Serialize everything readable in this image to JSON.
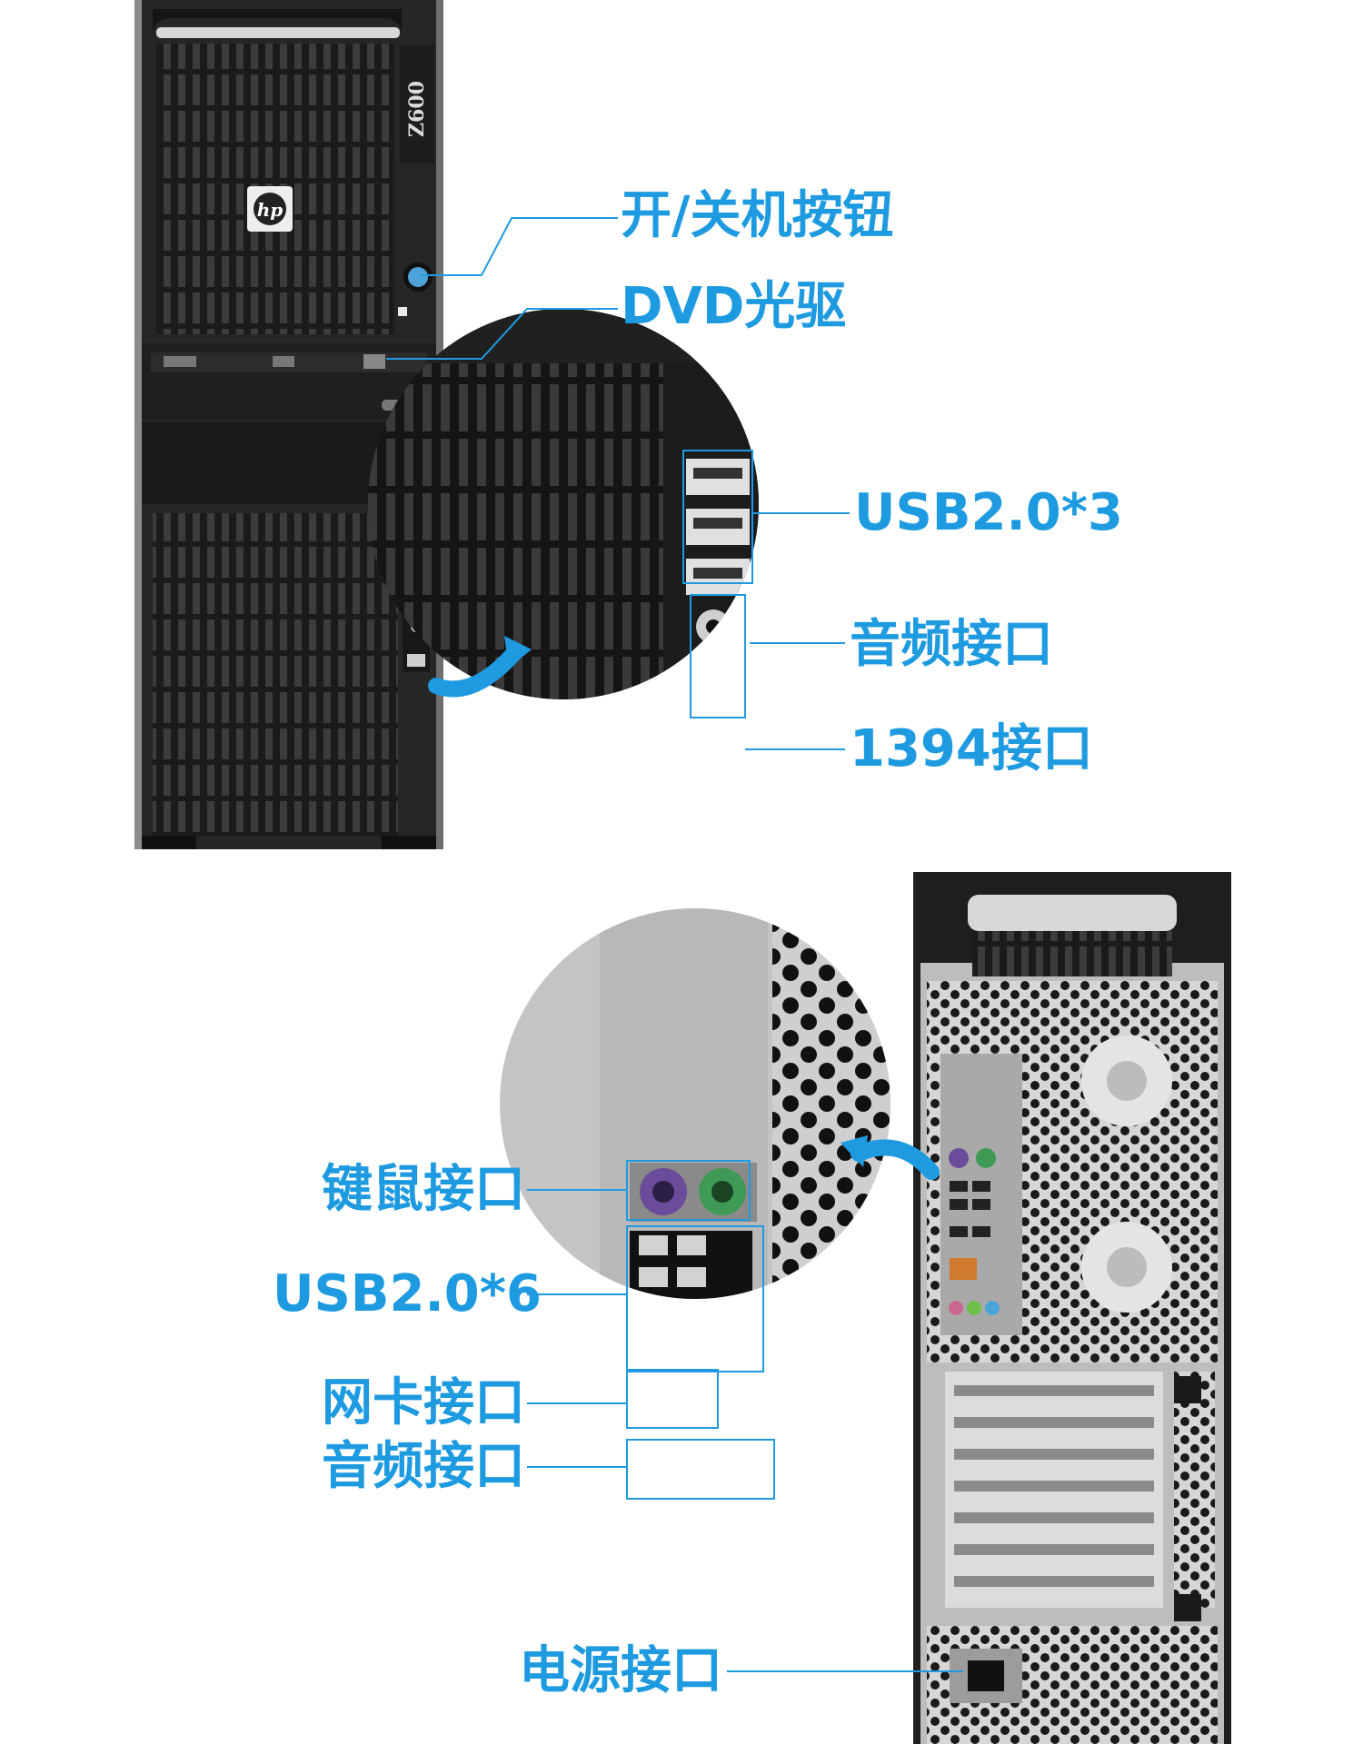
{
  "theme": {
    "accent": "#1e9be0",
    "case_dark": "#2a2a2a",
    "case_silver": "#c9c9c9"
  },
  "front_view": {
    "brand_logo": "hp",
    "model_badge": "Z600",
    "callouts": {
      "power_button": "开/关机按钮",
      "dvd_drive": "DVD光驱",
      "usb_front": "USB2.0*3",
      "audio_front": "音频接口",
      "firewire": "1394接口"
    }
  },
  "rear_view": {
    "callouts": {
      "ps2": "键鼠接口",
      "usb_rear": "USB2.0*6",
      "network": "网卡接口",
      "audio_rear": "音频接口",
      "power": "电源接口"
    }
  }
}
